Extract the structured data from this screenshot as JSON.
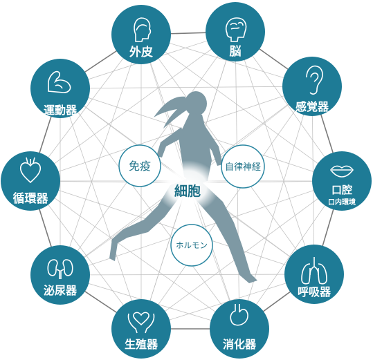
{
  "diagram": {
    "center": {
      "label": "細胞"
    },
    "inner_nodes": [
      {
        "label": "免疫"
      },
      {
        "label": "自律神経"
      },
      {
        "label": "ホルモン"
      }
    ],
    "outer_nodes": [
      {
        "label": "外皮",
        "icon": "head-icon"
      },
      {
        "label": "脳",
        "icon": "brain-icon"
      },
      {
        "label": "感覚器",
        "icon": "ear-icon"
      },
      {
        "label": "口腔",
        "sublabel": "口内環境",
        "icon": "lips-icon"
      },
      {
        "label": "呼吸器",
        "icon": "lungs-icon"
      },
      {
        "label": "消化器",
        "icon": "stomach-icon"
      },
      {
        "label": "生殖器",
        "icon": "hands-heart-icon"
      },
      {
        "label": "泌尿器",
        "icon": "kidneys-icon"
      },
      {
        "label": "循環器",
        "icon": "heart-icon"
      },
      {
        "label": "運動器",
        "icon": "arm-muscle-icon"
      }
    ],
    "colors": {
      "node": "#1e7b96",
      "web_line": "#7a7a7a",
      "inner_line": "#bcbcbc",
      "runner": "#7e99a4",
      "inner_stroke": "#2a86a1"
    }
  }
}
